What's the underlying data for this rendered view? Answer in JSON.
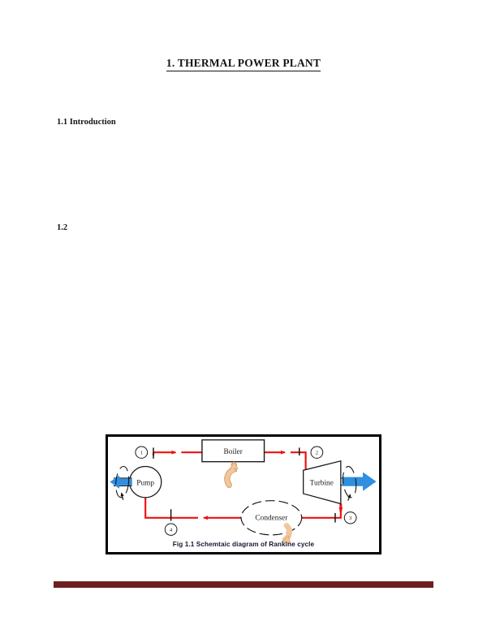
{
  "document": {
    "title": "1. THERMAL POWER PLANT",
    "headings": [
      {
        "id": "1.1",
        "label": "1.1 Introduction"
      },
      {
        "id": "1.2",
        "label": "1.2"
      }
    ]
  },
  "figure": {
    "caption": "Fig 1.1  Schemtaic diagram of Rankine cycle",
    "border_color": "#000000",
    "background": "#ffffff",
    "components": [
      {
        "name": "boiler",
        "label": "Boiler",
        "shape": "rectangle"
      },
      {
        "name": "turbine",
        "label": "Turbine",
        "shape": "trapezoid"
      },
      {
        "name": "condenser",
        "label": "Condenser",
        "shape": "dashed-ellipse"
      },
      {
        "name": "pump",
        "label": "Pump",
        "shape": "circle"
      }
    ],
    "state_points": [
      {
        "id": "1",
        "label": "1"
      },
      {
        "id": "2",
        "label": "2"
      },
      {
        "id": "3",
        "label": "3"
      },
      {
        "id": "4",
        "label": "4"
      }
    ],
    "colors": {
      "pipe": "#ee1111",
      "shaft_arrow": "#2f8fe0",
      "heat_arrow": "#f4c89a",
      "outline": "#1b1b1b"
    }
  },
  "footer": {
    "bar_color": "#6e2020",
    "text": ""
  }
}
